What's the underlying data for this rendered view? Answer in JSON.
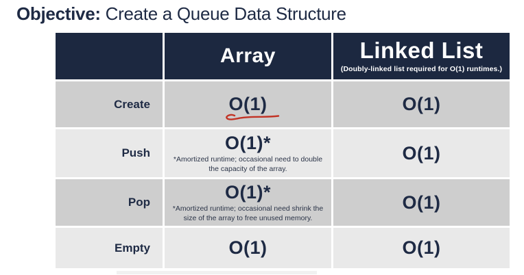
{
  "title": {
    "bold": "Objective:",
    "rest": " Create a Queue Data Structure"
  },
  "colors": {
    "navy": "#1e2a44",
    "header_bg": "#1c2840",
    "row_dark": "#cecece",
    "row_light": "#e9e9e9",
    "red": "#c23325"
  },
  "table": {
    "columns": [
      {
        "label": ""
      },
      {
        "label": "Array",
        "subtitle": ""
      },
      {
        "label": "Linked List",
        "subtitle": "(Doubly-linked list required for O(1) runtimes.)"
      }
    ],
    "rows": [
      {
        "operation": "Create",
        "array_value": "O(1)",
        "array_note": "",
        "linked_list_value": "O(1)"
      },
      {
        "operation": "Push",
        "array_value": "O(1)*",
        "array_note": "*Amortized runtime; occasional need to double the capacity of the array.",
        "linked_list_value": "O(1)"
      },
      {
        "operation": "Pop",
        "array_value": "O(1)*",
        "array_note": "*Amortized runtime; occasional need shrink the size of the array to free unused memory.",
        "linked_list_value": "O(1)"
      },
      {
        "operation": "Empty",
        "array_value": "O(1)",
        "array_note": "",
        "linked_list_value": "O(1)"
      }
    ]
  },
  "annotations": {
    "red_underline": {
      "row": "Create",
      "column": "Array",
      "color": "#c23325"
    }
  }
}
